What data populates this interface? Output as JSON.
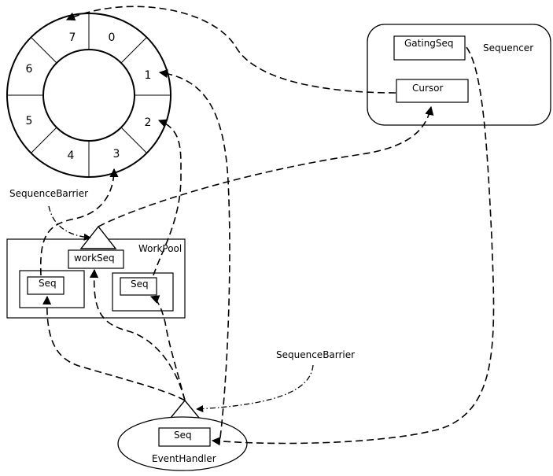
{
  "ring": {
    "slots": [
      "0",
      "1",
      "2",
      "3",
      "4",
      "5",
      "6",
      "7"
    ]
  },
  "sequencer": {
    "label": "Sequencer",
    "gating_seq": "GatingSeq",
    "cursor": "Cursor"
  },
  "barriers": {
    "top": "SequenceBarrier",
    "bottom": "SequenceBarrier"
  },
  "workpool": {
    "label": "WorkPool",
    "work_seq": "workSeq",
    "seq_left": "Seq",
    "seq_right": "Seq"
  },
  "event_handler": {
    "label": "EventHandler",
    "seq": "Seq"
  }
}
